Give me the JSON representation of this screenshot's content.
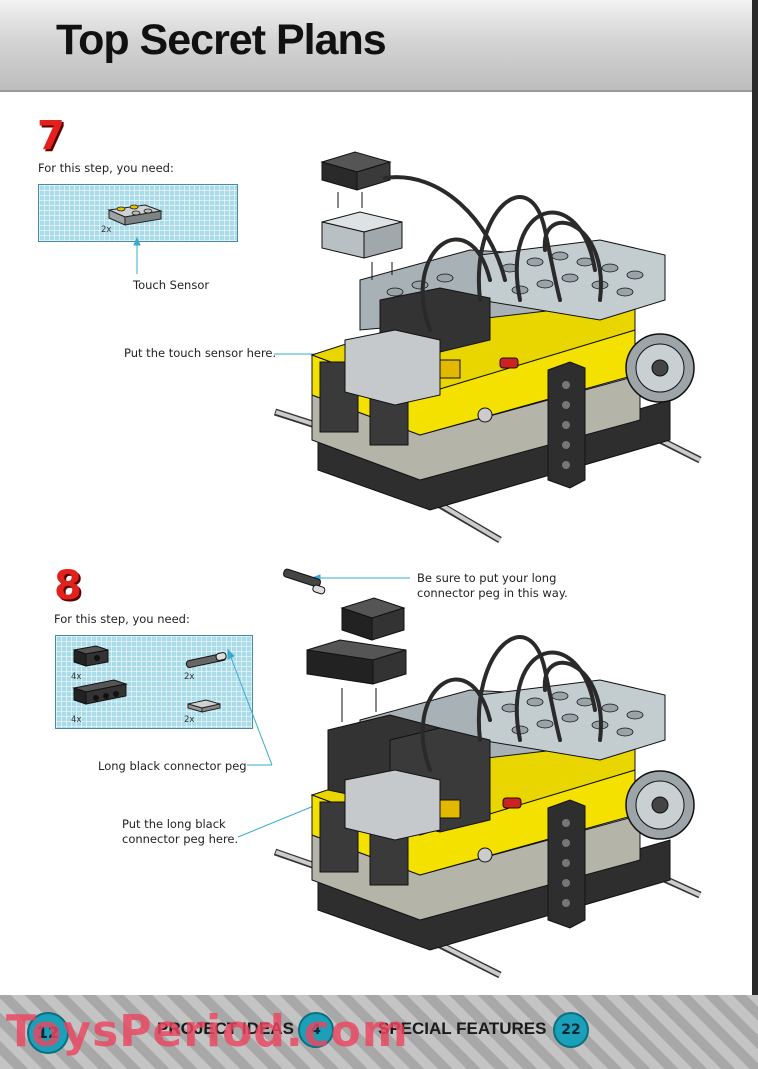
{
  "header": {
    "title": "Top Secret Plans"
  },
  "step7": {
    "number": "7",
    "need_label": "For this step, you need:",
    "parts": [
      {
        "qty": "2x"
      }
    ],
    "callouts": {
      "touch_sensor": "Touch Sensor",
      "put_sensor": "Put the touch sensor here."
    }
  },
  "step8": {
    "number": "8",
    "need_label": "For this step, you need:",
    "parts": [
      {
        "qty": "4x"
      },
      {
        "qty": "2x"
      },
      {
        "qty": "4x"
      },
      {
        "qty": "2x"
      }
    ],
    "callouts": {
      "be_sure": "Be sure to put your long\nconnector peg in this way.",
      "long_peg": "Long black connector peg",
      "put_peg": "Put the long black\nconnector peg here."
    }
  },
  "footer": {
    "page_left": "12",
    "section1": "PROJECT IDEAS",
    "badge2": "4",
    "section2": "SPECIAL FEATURES",
    "page_right": "22"
  },
  "watermark": "ToysPeriod.com",
  "colors": {
    "step_number": "#e2211c",
    "parts_bg": "#a9dce8",
    "yellow": "#f5e100",
    "dark_gray": "#3a3a3a",
    "badge": "#1aa0b8"
  }
}
